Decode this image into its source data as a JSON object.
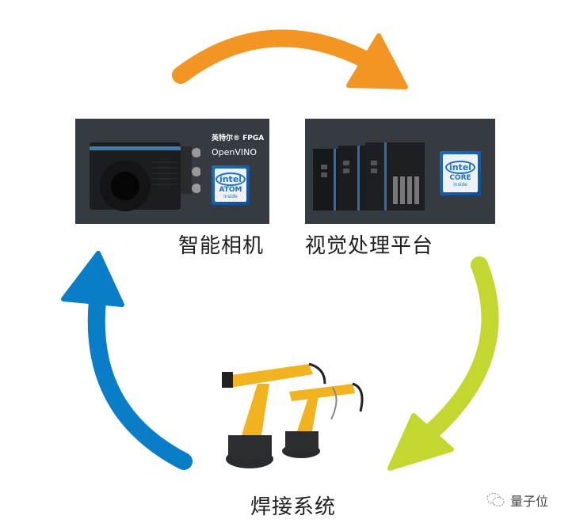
{
  "diagram": {
    "type": "cycle",
    "nodes": [
      {
        "id": "camera",
        "label": "智能相机",
        "image_caption": {
          "line1": "英特尔® FPGA",
          "line2": "OpenVINO",
          "badge": {
            "brand": "intel",
            "product": "ATOM",
            "sub": "inside"
          }
        }
      },
      {
        "id": "vision",
        "label": "视觉处理平台",
        "image_caption": {
          "badge": {
            "brand": "intel",
            "product": "CORE",
            "sub": "inside"
          }
        }
      },
      {
        "id": "welding",
        "label": "焊接系统"
      }
    ],
    "edges": [
      {
        "from": "camera",
        "to": "vision",
        "color": "#f39523"
      },
      {
        "from": "vision",
        "to": "welding",
        "color": "#c3d730"
      },
      {
        "from": "welding",
        "to": "camera",
        "color": "#0a7dc8"
      }
    ]
  },
  "watermark": {
    "icon": "wechat-icon",
    "text": "量子位"
  }
}
